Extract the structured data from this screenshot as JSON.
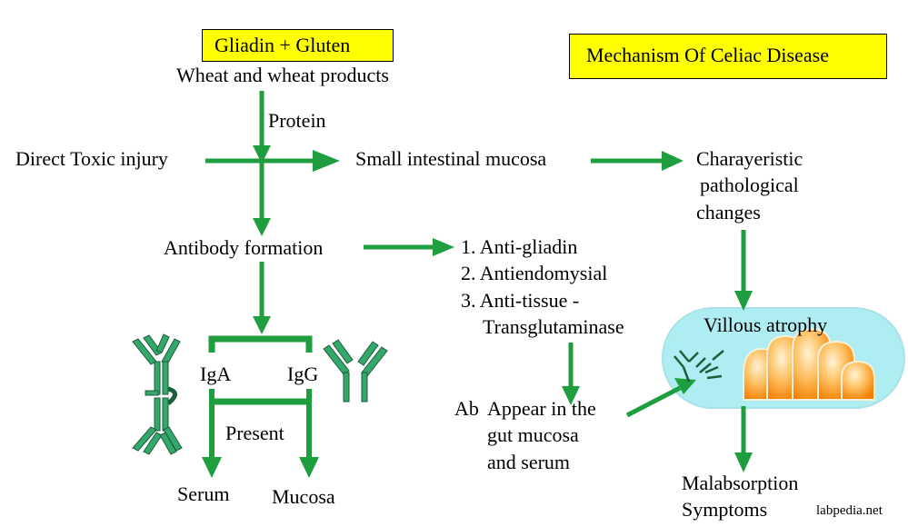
{
  "header": {
    "source_box": "Gliadin + Gluten",
    "title": "Mechanism Of Celiac Disease"
  },
  "nodes": {
    "source": "Wheat and wheat products",
    "protein": "Protein",
    "direct_injury": "Direct Toxic injury",
    "mucosa": "Small intestinal mucosa",
    "changes_line1": "Charayeristic",
    "changes_line2": "pathological",
    "changes_line3": "changes",
    "antibody": "Antibody formation",
    "ab_types": [
      "1. Anti-gliadin",
      "2. Antiendomysial",
      "3. Anti-tissue -",
      "Transglutaminase"
    ],
    "villous": "Villous atrophy",
    "iga": "IgA",
    "igg": "IgG",
    "present": "Present",
    "serum": "Serum",
    "mucosa_out": "Mucosa",
    "ab": "Ab",
    "appear_line1": "Appear in the",
    "appear_line2": "gut mucosa",
    "appear_line3": "and serum",
    "malabsorption_line1": "Malabsorption",
    "malabsorption_line2": "Symptoms"
  },
  "watermark": "labpedia.net",
  "colors": {
    "arrow": "#1e9e3e",
    "highlight": "#ffff00",
    "villous_bg": "#aeeef2",
    "villi_fill": "#fb9a2a",
    "antibody_icon": "#1e6b45"
  }
}
